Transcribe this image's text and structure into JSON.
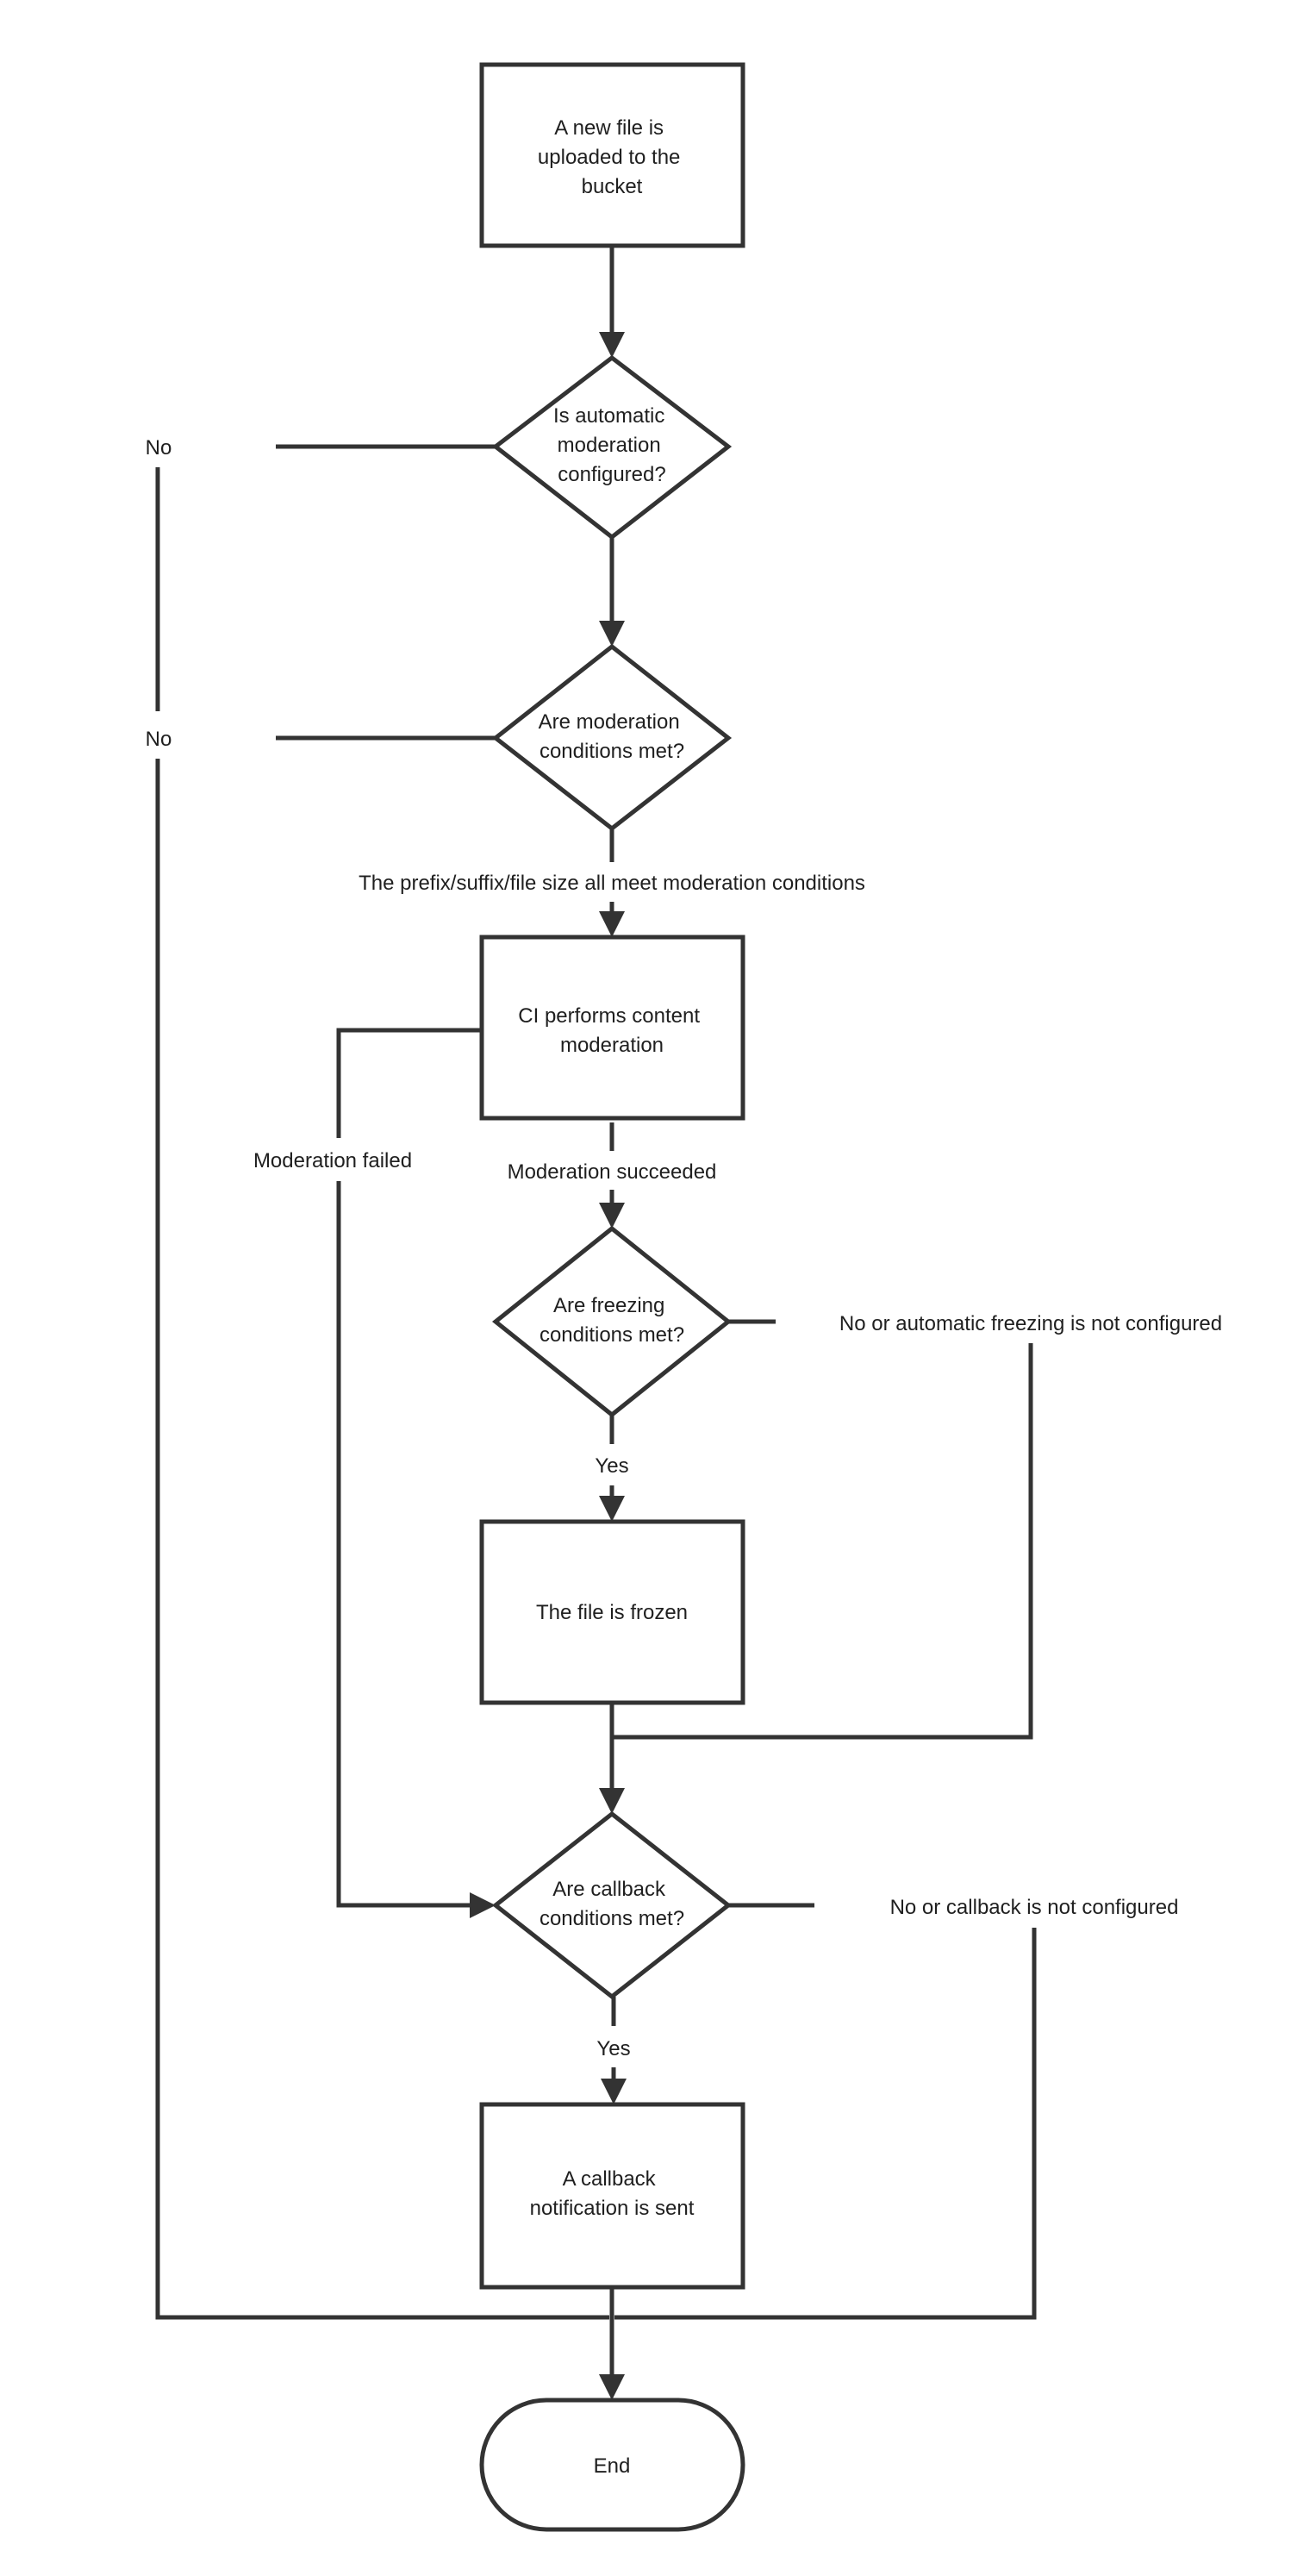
{
  "nodes": {
    "upload": [
      "A new file is",
      "uploaded to the",
      "bucket"
    ],
    "moderation_configured": [
      "Is automatic",
      "moderation",
      "configured?"
    ],
    "moderation_conditions": [
      "Are moderation",
      "conditions met?"
    ],
    "content_moderation": [
      "CI performs content",
      "moderation"
    ],
    "freezing_conditions": [
      "Are freezing",
      "conditions met?"
    ],
    "file_frozen": [
      "The file is frozen"
    ],
    "callback_conditions": [
      "Are callback",
      "conditions met?"
    ],
    "callback_sent": [
      "A callback",
      "notification is sent"
    ],
    "end": [
      "End"
    ]
  },
  "edge_labels": {
    "not_configured": "No",
    "conditions_not_met": "No",
    "conditions_met": "The prefix/suffix/file size all meet moderation conditions",
    "moderation_failed": "Moderation failed",
    "moderation_succeeded": "Moderation succeeded",
    "freezing_no": "No or automatic freezing is not configured",
    "freezing_yes": "Yes",
    "callback_no": "No or callback is not configured",
    "callback_yes": "Yes"
  },
  "colors": {
    "stroke": "#333333",
    "text": "#1f1f1f",
    "background": "#ffffff"
  }
}
